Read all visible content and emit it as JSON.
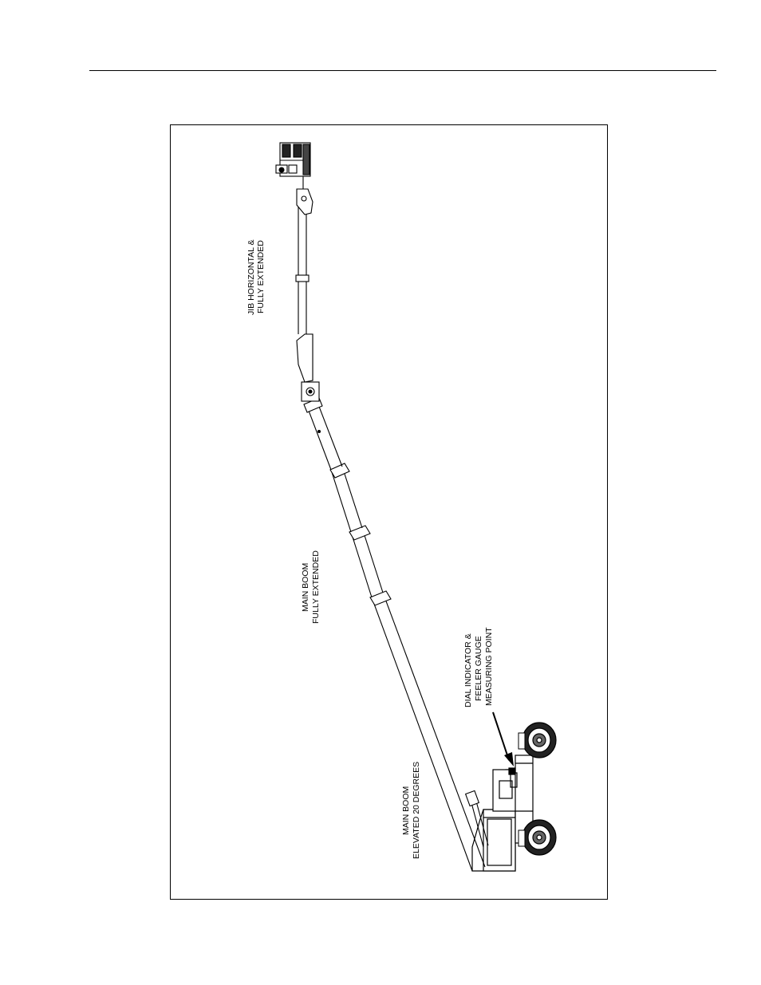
{
  "figure": {
    "labels": {
      "jib_line1": "JIB HORIZONTAL &",
      "jib_line2": "FULLY EXTENDED",
      "boom_ext_line1": "MAIN BOOM",
      "boom_ext_line2": "FULLY EXTENDED",
      "dial_line1": "DIAL INDICATOR &",
      "dial_line2": "FEELER GAUGE",
      "dial_line3": "MEASURING POINT",
      "boom_elev_line1": "MAIN BOOM",
      "boom_elev_line2": "ELEVATED 20 DEGREES"
    },
    "stroke_color": "#000000"
  }
}
